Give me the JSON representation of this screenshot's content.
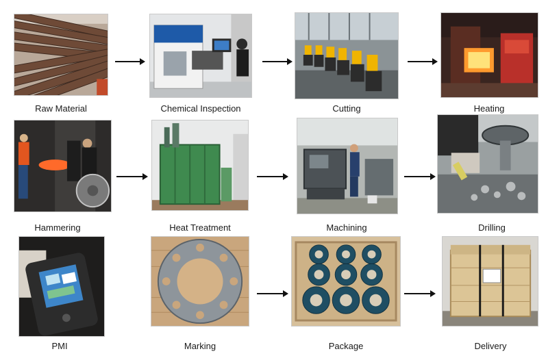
{
  "steps": [
    {
      "label": "Raw Material"
    },
    {
      "label": "Chemical Inspection"
    },
    {
      "label": "Cutting"
    },
    {
      "label": "Heating"
    },
    {
      "label": "Hammering"
    },
    {
      "label": "Heat Treatment"
    },
    {
      "label": "Machining"
    },
    {
      "label": "Drilling"
    },
    {
      "label": "PMI"
    },
    {
      "label": "Marking"
    },
    {
      "label": "Package"
    },
    {
      "label": "Delivery"
    }
  ]
}
